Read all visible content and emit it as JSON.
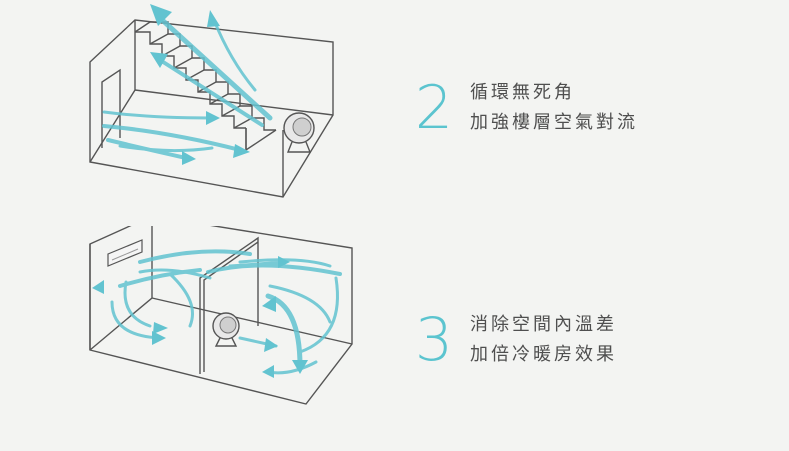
{
  "features": [
    {
      "number": "2",
      "line1": "循環無死角",
      "line2": "加強樓層空氣對流"
    },
    {
      "number": "3",
      "line1": "消除空間內溫差",
      "line2": "加倍冷暖房效果"
    }
  ],
  "colors": {
    "accent": "#5bc4cf",
    "text": "#4f4f4f",
    "line": "#555555",
    "background": "#f3f4f2"
  },
  "icons": [
    "room-illustration",
    "staircase",
    "fan-icon",
    "airflow-arrow",
    "air-conditioner-icon",
    "partition-wall"
  ]
}
